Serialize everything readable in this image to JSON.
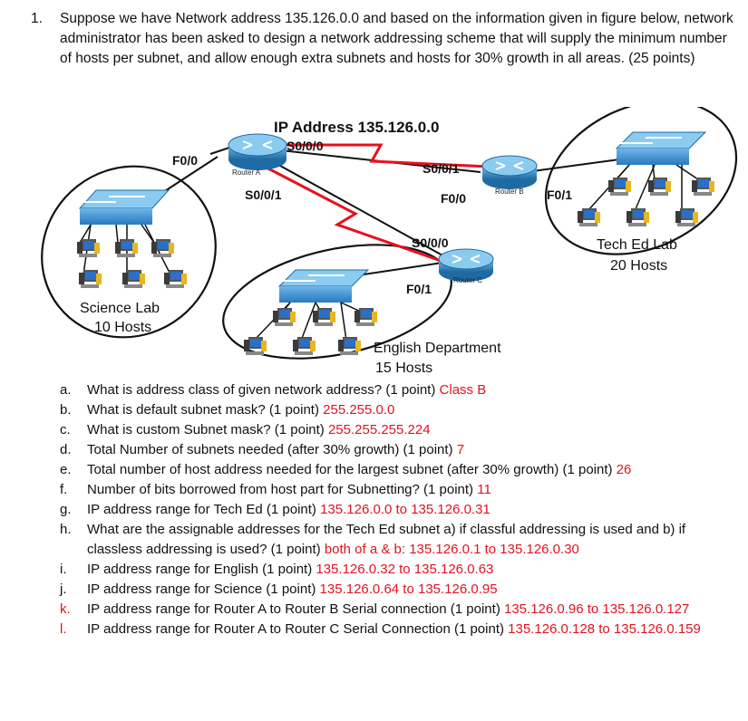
{
  "question": {
    "number": "1.",
    "text": "Suppose we have Network address 135.126.0.0 and based on the information given in figure below, network administrator has been asked to design a network addressing scheme that will supply the minimum number of hosts per subnet, and allow enough extra subnets and hosts for 30% growth in all areas. (25 points)"
  },
  "diagram": {
    "title": "IP Address 135.126.0.0",
    "router_a_label": "Router A",
    "router_b_label": "Router B",
    "router_c_label": "Router C",
    "ra_f00": "F0/0",
    "ra_s000": "S0/0/0",
    "ra_s001": "S0/0/1",
    "rb_s001": "S0/0/1",
    "rb_f00": "F0/0",
    "rb_f01": "F0/1",
    "rc_s000": "S0/0/0",
    "rc_f01": "F0/1",
    "science_name": "Science Lab",
    "science_hosts": "10 Hosts",
    "teched_name": "Tech Ed Lab",
    "teched_hosts": "20 Hosts",
    "english_name": "English Department",
    "english_hosts": "15 Hosts"
  },
  "answers": [
    {
      "letter": "a.",
      "q": "What is address class of given network address? (1 point)",
      "a": "Class B"
    },
    {
      "letter": "b.",
      "q": "What is default subnet mask? (1 point)",
      "a": "255.255.0.0"
    },
    {
      "letter": "c.",
      "q": "What is custom Subnet mask? (1 point)",
      "a": "255.255.255.224"
    },
    {
      "letter": "d.",
      "q": "Total Number of subnets needed (after 30% growth) (1 point)",
      "a": "7"
    },
    {
      "letter": "e.",
      "q": "Total number of host address needed for the largest subnet (after 30% growth) (1 point)",
      "a": "26"
    },
    {
      "letter": "f.",
      "q": "Number of bits borrowed from host part for Subnetting? (1 point)",
      "a": "11"
    },
    {
      "letter": "g.",
      "q": "IP address range for Tech Ed (1 point)",
      "a": "135.126.0.0  to  135.126.0.31"
    },
    {
      "letter": "h.",
      "q": "What are the assignable addresses for the Tech Ed subnet a) if classful addressing is used and b) if classless addressing is used? (1 point)",
      "a": "both of a & b: 135.126.0.1  to  135.126.0.30"
    },
    {
      "letter": "i.",
      "q": "IP address range for English (1 point)",
      "a": "135.126.0.32  to  135.126.0.63"
    },
    {
      "letter": "j.",
      "q": "IP address range for Science (1 point)",
      "a": "135.126.0.64  to  135.126.0.95"
    },
    {
      "letter": "k.",
      "q": "IP address range for Router A to Router B Serial connection (1 point)",
      "a": "135.126.0.96  to 135.126.0.127"
    },
    {
      "letter": "l.",
      "q": "IP address range for Router A to Router C Serial Connection (1 point)",
      "a": "135.126.0.128  to 135.126.0.159"
    }
  ],
  "colors": {
    "answer": "#e0141e",
    "router": "#2f7fb4",
    "switch": "#3a8fd0",
    "serial": "#e8101c"
  }
}
